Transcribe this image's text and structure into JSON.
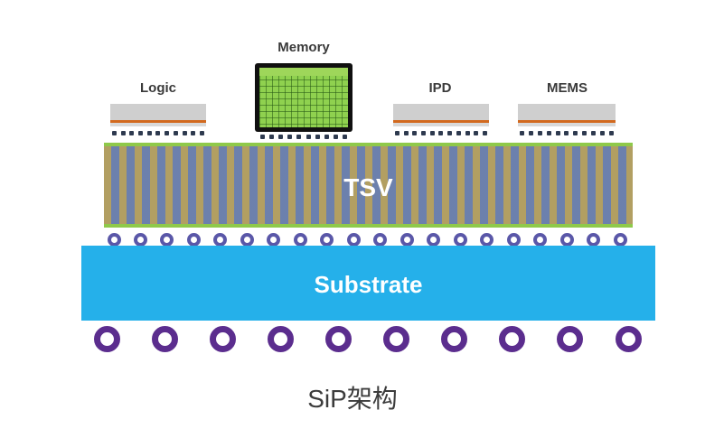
{
  "components": [
    {
      "id": "logic",
      "label": "Logic"
    },
    {
      "id": "memory",
      "label": "Memory"
    },
    {
      "id": "ipd",
      "label": "IPD"
    },
    {
      "id": "mems",
      "label": "MEMS"
    }
  ],
  "layers": {
    "interposer_label": "TSV",
    "substrate_label": "Substrate"
  },
  "caption": "SiP架构",
  "colors": {
    "substrate": "#25b0ea",
    "interposer_edge": "#8fc94a",
    "memory_chip": "#8fd14f",
    "microbump_ring": "#5a57a8",
    "ball_ring": "#5b2d8e"
  },
  "counts": {
    "microbumps": 20,
    "solder_balls": 10
  }
}
